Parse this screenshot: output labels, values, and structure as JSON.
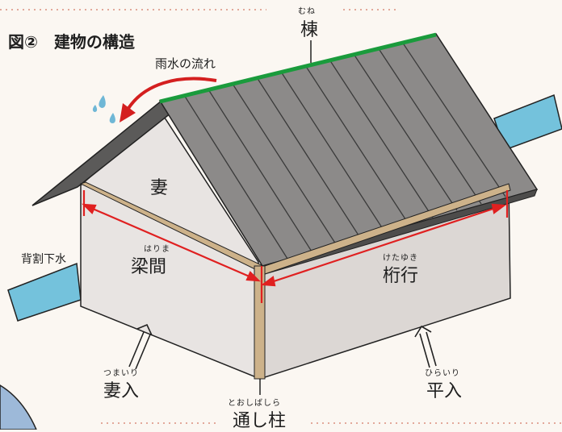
{
  "figure": {
    "title": "図②　建物の構造",
    "colors": {
      "background": "#fbf7f2",
      "roof": "#8c8a89",
      "roof_dark": "#5b5a59",
      "wall": "#e8e4e2",
      "wall_shade": "#dcd7d4",
      "timber": "#cdb28a",
      "ridge": "#1a9b3c",
      "dimension": "#e02020",
      "rain_arrow": "#d41f1f",
      "water": "#74c2dc"
    },
    "labels": {
      "mune_ruby": "むね",
      "mune": "棟",
      "rainflow": "雨水の流れ",
      "tsuma": "妻",
      "seware": "背割下水",
      "harima_ruby": "はりま",
      "harima": "梁間",
      "ketayuki_ruby": "けたゆき",
      "ketayuki": "桁行",
      "tsumairi_ruby": "つまいり",
      "tsumairi": "妻入",
      "hirairi_ruby": "ひらいり",
      "hirairi": "平入",
      "toshibashira_ruby": "とおしばしら",
      "toshibashira": "通し柱"
    }
  }
}
